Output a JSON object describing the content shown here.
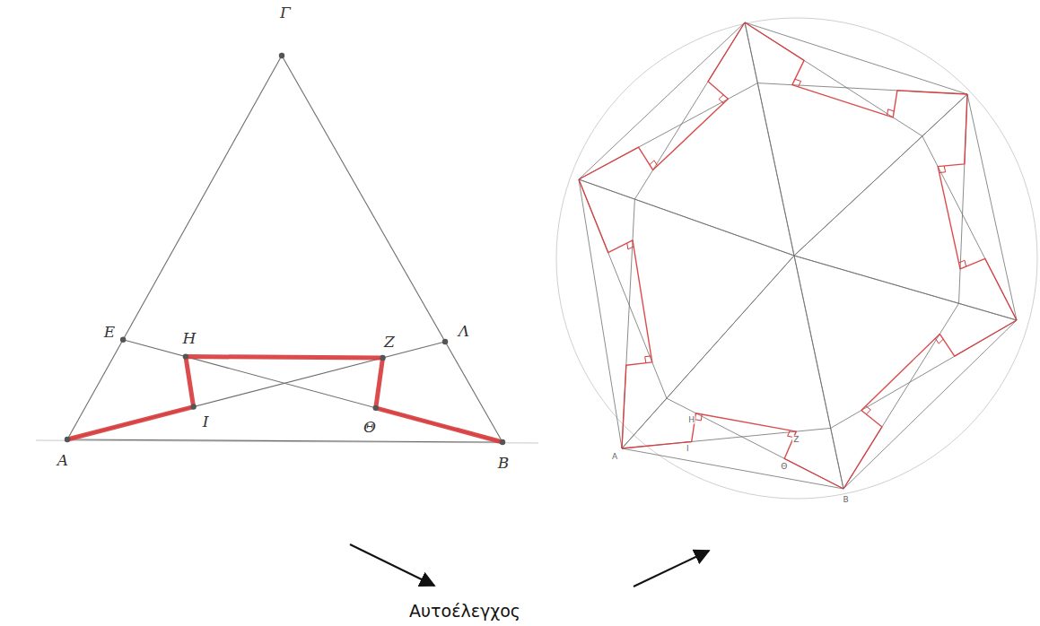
{
  "diagram": {
    "labels": [
      "Γ",
      "Ε",
      "Η",
      "Ζ",
      "Λ",
      "Ι",
      "Θ",
      "Α",
      "Β",
      "Α",
      "Η",
      "Ι",
      "Ζ",
      "Θ",
      "Β",
      "Αυτοέλεγχος"
    ]
  }
}
